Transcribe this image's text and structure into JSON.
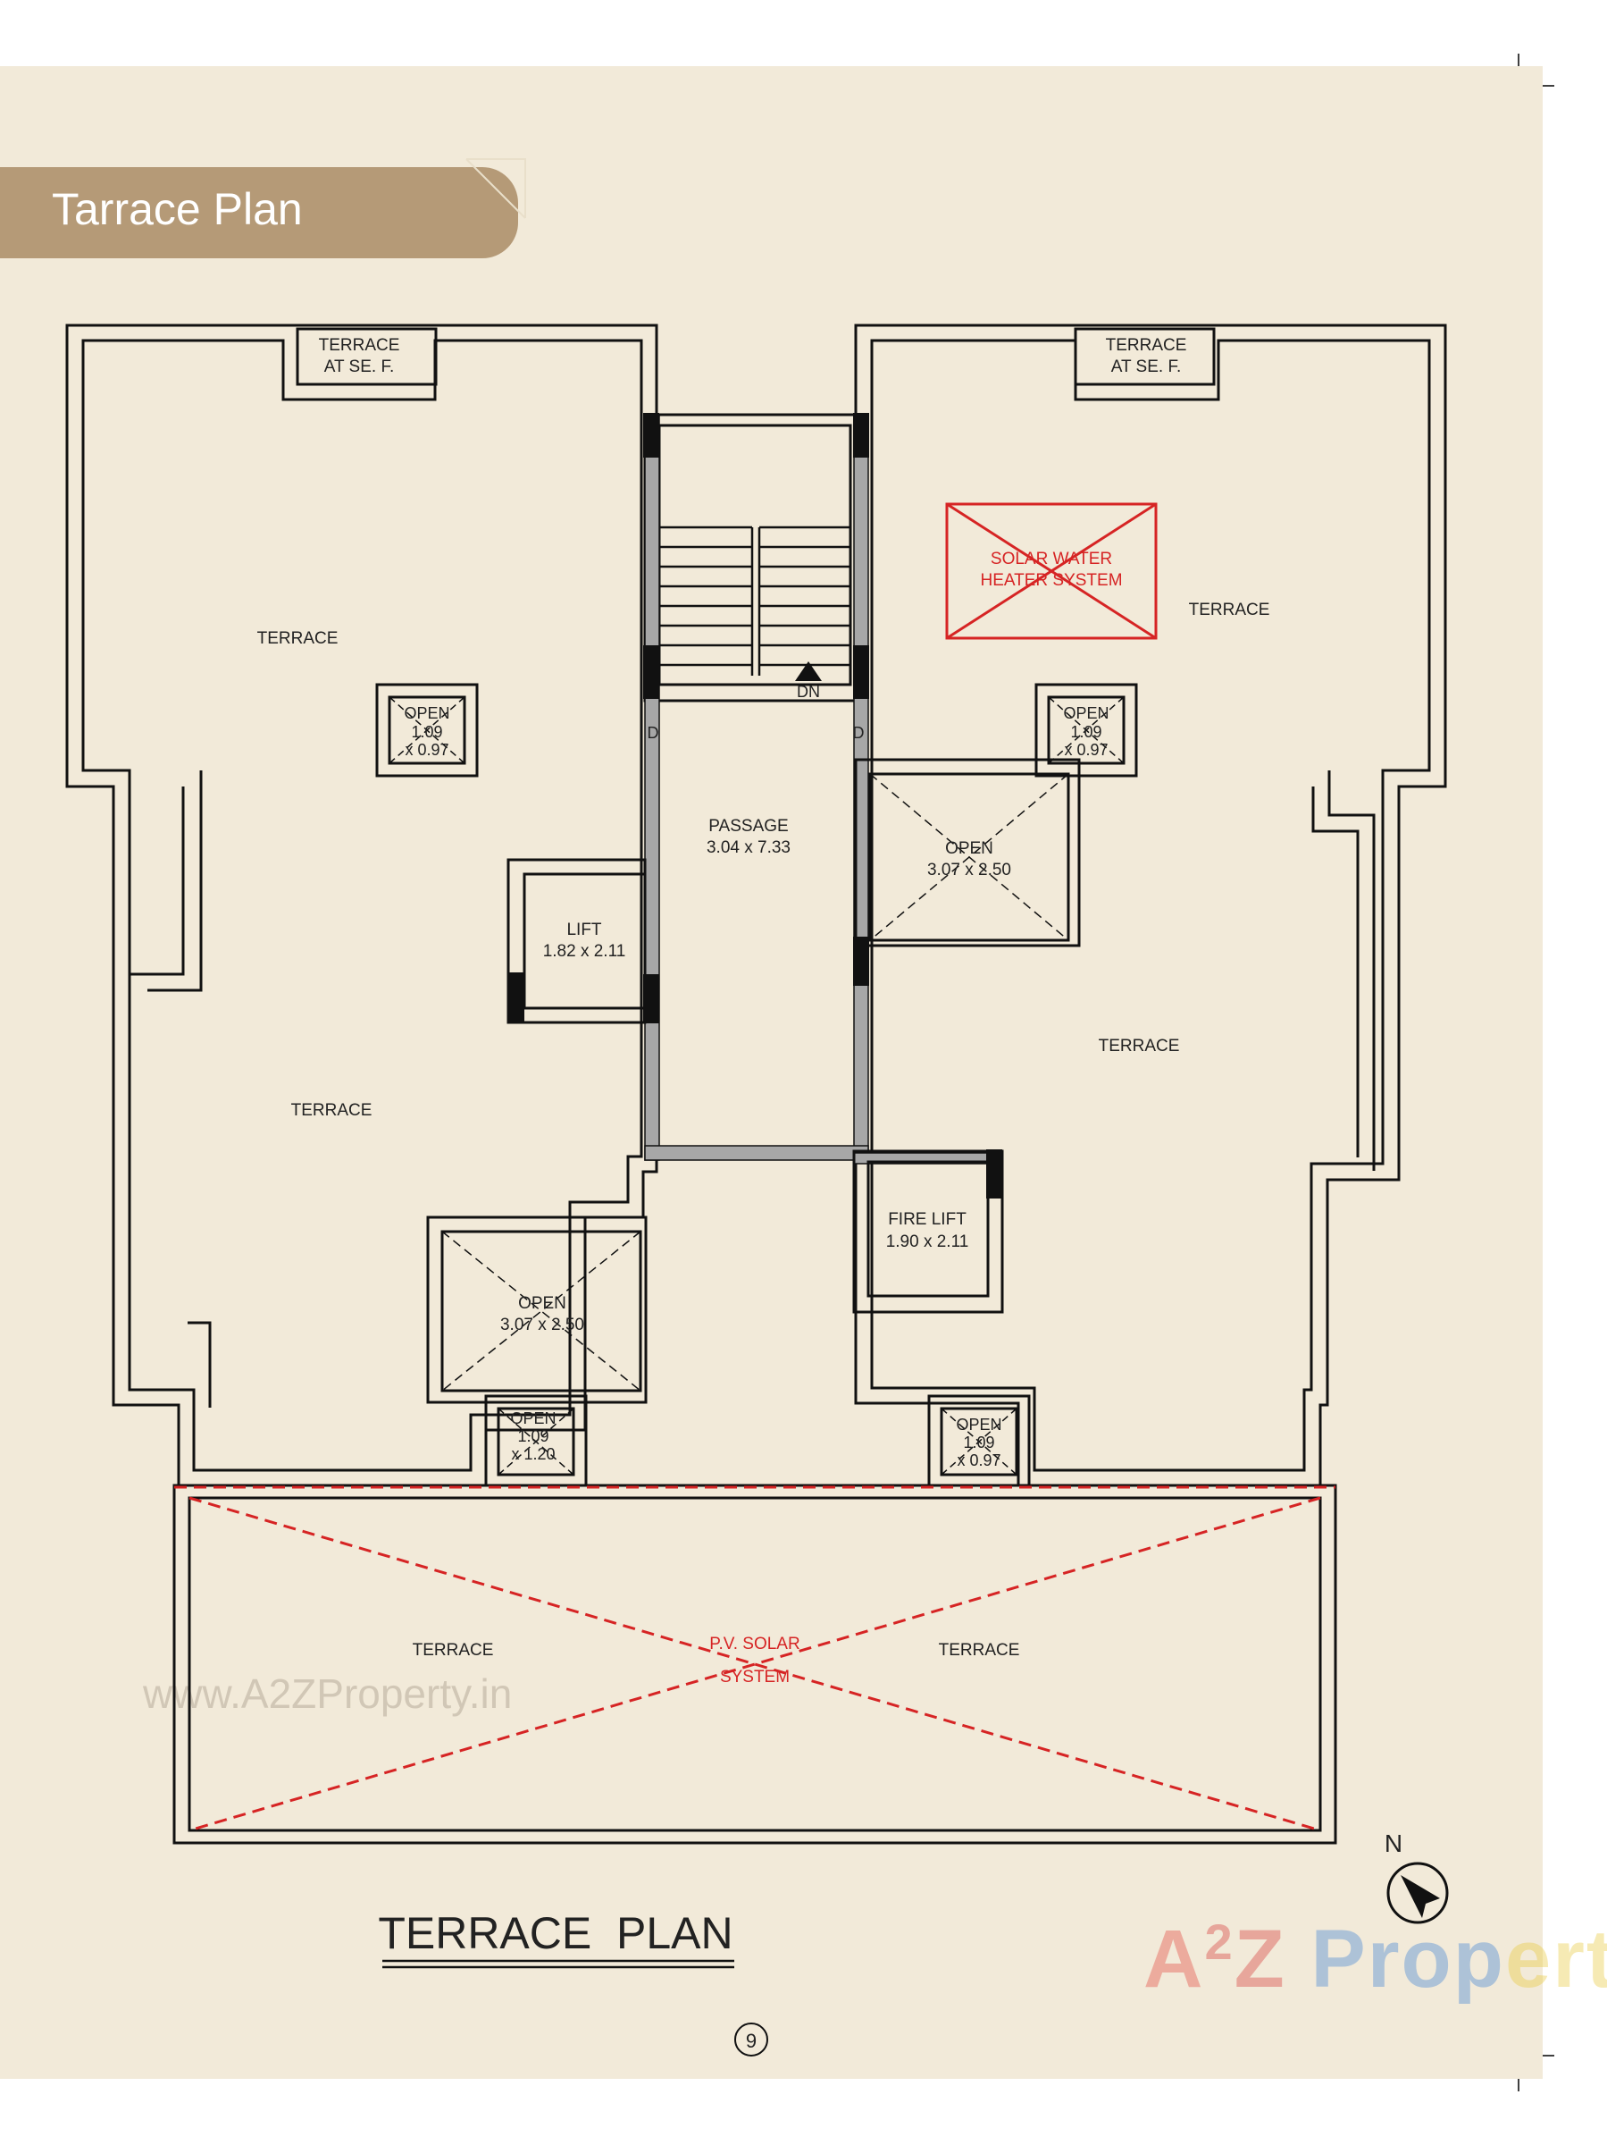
{
  "header": {
    "title": "Tarrace Plan"
  },
  "plan": {
    "title": "TERRACE  PLAN",
    "north_label": "N",
    "page_number": "9",
    "rooms": {
      "terrace_top_left_line1": "TERRACE",
      "terrace_top_left_line2": "AT SE. F.",
      "terrace_top_right_line1": "TERRACE",
      "terrace_top_right_line2": "AT SE. F.",
      "terrace_left_upper": "TERRACE",
      "terrace_left_lower": "TERRACE",
      "terrace_right_upper": "TERRACE",
      "terrace_right_middle": "TERRACE",
      "terrace_bottom_left": "TERRACE",
      "terrace_bottom_right": "TERRACE",
      "open_left_small": {
        "l1": "OPEN",
        "l2": "1.09",
        "l3": "x 0.97"
      },
      "open_right_small": {
        "l1": "OPEN",
        "l2": "1.09",
        "l3": "x 0.97"
      },
      "open_bottom_small_right": {
        "l1": "OPEN",
        "l2": "1.09",
        "l3": "x 0.97"
      },
      "open_bottom_small_left": {
        "l1": "OPEN",
        "l2": "1.09",
        "l3": "x 1.20"
      },
      "open_right_big": {
        "l1": "OPEN",
        "l2": "3.07 x 2.50"
      },
      "open_left_big": {
        "l1": "OPEN",
        "l2": "3.07 x 2.50"
      },
      "passage": {
        "l1": "PASSAGE",
        "l2": "3.04 x 7.33"
      },
      "lift": {
        "l1": "LIFT",
        "l2": "1.82 x 2.11"
      },
      "fire_lift": {
        "l1": "FIRE LIFT",
        "l2": "1.90 x 2.11"
      },
      "stair_dn": "DN",
      "door_left": "D",
      "door_right": "D",
      "solar_water": {
        "l1": "SOLAR WATER",
        "l2": "HEATER SYSTEM"
      },
      "pv_solar": {
        "l1": "P.V. SOLAR",
        "l2": "SYSTEM"
      }
    }
  },
  "watermark": {
    "text": "www.A2ZProperty.in"
  },
  "brand": {
    "part1": "A",
    "part2": "2",
    "part3": "Z",
    "part4": "Prop",
    "part5": "erty"
  }
}
